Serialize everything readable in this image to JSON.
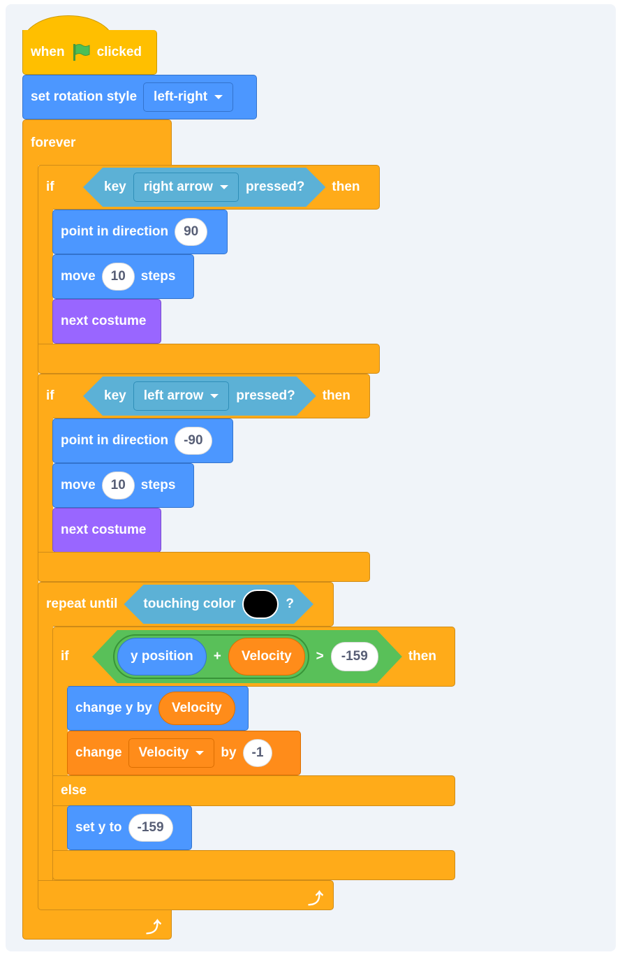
{
  "colors": {
    "events": "#FFBF00",
    "motion": "#4C97FF",
    "control": "#FFAB19",
    "sensing": "#5CB1D6",
    "looks": "#9966FF",
    "operators": "#59C059",
    "variables": "#FF8C1A",
    "touch_color": "#000000"
  },
  "hat": {
    "when": "when",
    "clicked": "clicked",
    "icon": "green-flag-icon"
  },
  "rotation": {
    "label": "set rotation style",
    "value": "left-right"
  },
  "forever": {
    "label": "forever"
  },
  "if1": {
    "if": "if",
    "key": "key",
    "value": "right arrow",
    "pressed": "pressed?",
    "then": "then",
    "point": {
      "label": "point in direction",
      "value": "90"
    },
    "move": {
      "label": "move",
      "value": "10",
      "steps": "steps"
    },
    "costume": "next costume"
  },
  "if2": {
    "if": "if",
    "key": "key",
    "value": "left arrow",
    "pressed": "pressed?",
    "then": "then",
    "point": {
      "label": "point in direction",
      "value": "-90"
    },
    "move": {
      "label": "move",
      "value": "10",
      "steps": "steps"
    },
    "costume": "next costume"
  },
  "repeat": {
    "label": "repeat until",
    "touching": "touching color",
    "q": "?"
  },
  "ifelse": {
    "if": "if",
    "ypos": "y position",
    "plus": "+",
    "velocity": "Velocity",
    "gt": ">",
    "value": "-159",
    "then": "then",
    "else": "else",
    "changey": {
      "label": "change y by",
      "value": "Velocity"
    },
    "changevar": {
      "label": "change",
      "var": "Velocity",
      "by": "by",
      "value": "-1"
    },
    "sety": {
      "label": "set y to",
      "value": "-159"
    }
  }
}
